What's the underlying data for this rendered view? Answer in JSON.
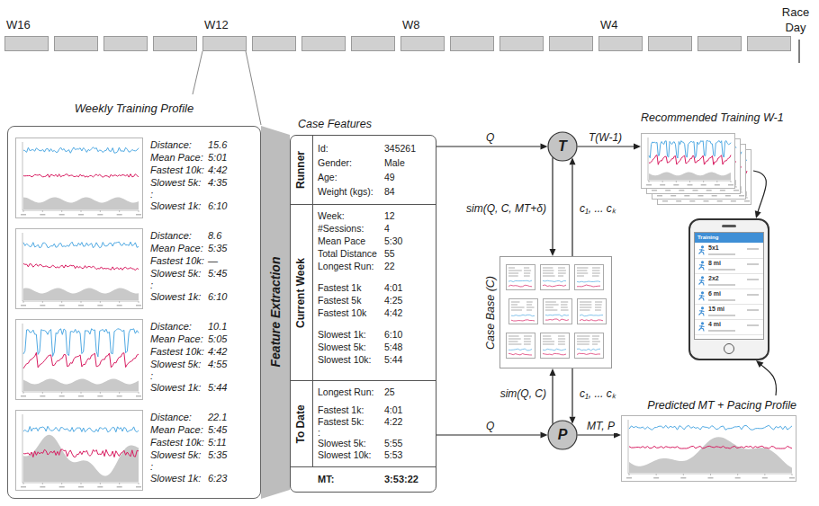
{
  "diagram": {
    "nodes": [
      {
        "text": [
          "Weekly Training Profile"
        ]
      },
      {
        "text": [
          "Distance:",
          "15.6",
          "Mean Pace:",
          "5:01",
          "Fastest 10k:",
          "4:42",
          "Slowest 5k:",
          "4:35",
          ":",
          "Slowest 1k:",
          "6:10"
        ],
        "in": 0
      },
      {
        "text": [
          "Distance:",
          "8.6",
          "Mean Pace:",
          "5:35",
          "Fastest 10k:",
          "—",
          "Slowest 5k:",
          "5:45",
          ":",
          "Slowest 1k:",
          "6:10"
        ],
        "in": 0
      },
      {
        "text": [
          "Distance:",
          "10.1",
          "Mean Pace:",
          "5:05",
          "Fastest 10k:",
          "4:42",
          "Slowest 5k:",
          "4:55",
          ":",
          "Slowest 1k:",
          "5:44"
        ],
        "in": 0
      },
      {
        "text": [
          "Distance:",
          "22.1",
          "Mean Pace:",
          "5:45",
          "Fastest 10k:",
          "5:11",
          "Slowest 5k:",
          "5:35",
          ":",
          "Slowest 1k:",
          "6:23"
        ],
        "in": 0
      },
      {
        "text": [
          "Feature Extraction"
        ]
      },
      {
        "text": [
          "Case Features"
        ]
      },
      {
        "text": [
          "Runner",
          "Id:",
          "345261",
          "Gender:",
          "Male",
          "Age:",
          "49",
          "Weight (kgs):",
          "84"
        ],
        "in": 6
      },
      {
        "text": [
          "Current Week",
          "Week:",
          "12",
          "#Sessions:",
          "4",
          "Mean Pace",
          "5:30",
          "Total Distance",
          "55",
          "Longest Run:",
          "22",
          "Fastest 1k",
          "4:01",
          "Fastest 5k",
          "4:25",
          "Fastest 10k",
          "4:42",
          "Slowest 1k:",
          "6:10",
          "Slowest 5k:",
          "5:48",
          "Slowest 10k:",
          "5:44"
        ],
        "in": 6
      },
      {
        "text": [
          "To Date",
          "Longest Run:",
          "25",
          "Fastest 1k:",
          "4:01",
          "Fastest 5k:",
          "4:22",
          ":",
          "Slowest 5k:",
          "5:55",
          "Slowest 10k:",
          "5:53"
        ],
        "in": 6
      },
      {
        "text": [
          "MT:",
          "3:53:22"
        ],
        "in": 6
      },
      {
        "text": [
          "T"
        ]
      },
      {
        "text": [
          "Case Base (C)"
        ]
      },
      {
        "text": [
          "P"
        ]
      },
      {
        "text": [
          "Recommended Training W-1"
        ]
      },
      {
        "text": [
          "Training",
          "5x1",
          "8 mi",
          "2x2",
          "6 mi",
          "15 mi",
          "4 mi"
        ]
      },
      {
        "text": [
          "Predicted MT + Pacing Profile"
        ]
      }
    ],
    "edges": [
      {
        "from": 7,
        "to": 11,
        "arrow": "to",
        "label": "Q"
      },
      {
        "from": 11,
        "to": 14,
        "arrow": "to",
        "label": "T(W-1)"
      },
      {
        "from": 11,
        "to": 12,
        "arrow": "to",
        "label": "sim(Q, C, MT+δ)"
      },
      {
        "from": 12,
        "to": 11,
        "arrow": "to",
        "label": "c₁, ... cₖ"
      },
      {
        "from": 9,
        "to": 13,
        "arrow": "to",
        "label": "Q"
      },
      {
        "from": 13,
        "to": 12,
        "arrow": "to",
        "label": "sim(Q, C)"
      },
      {
        "from": 12,
        "to": 13,
        "arrow": "to",
        "label": "c₁, ... cₖ"
      },
      {
        "from": 13,
        "to": 16,
        "arrow": "to",
        "label": "MT, P"
      },
      {
        "from": 14,
        "to": 15,
        "arrow": "to"
      },
      {
        "from": 16,
        "to": 15,
        "arrow": "to"
      }
    ],
    "labels": [
      "W16",
      "W12",
      "W8",
      "W4",
      "Race Day"
    ]
  }
}
